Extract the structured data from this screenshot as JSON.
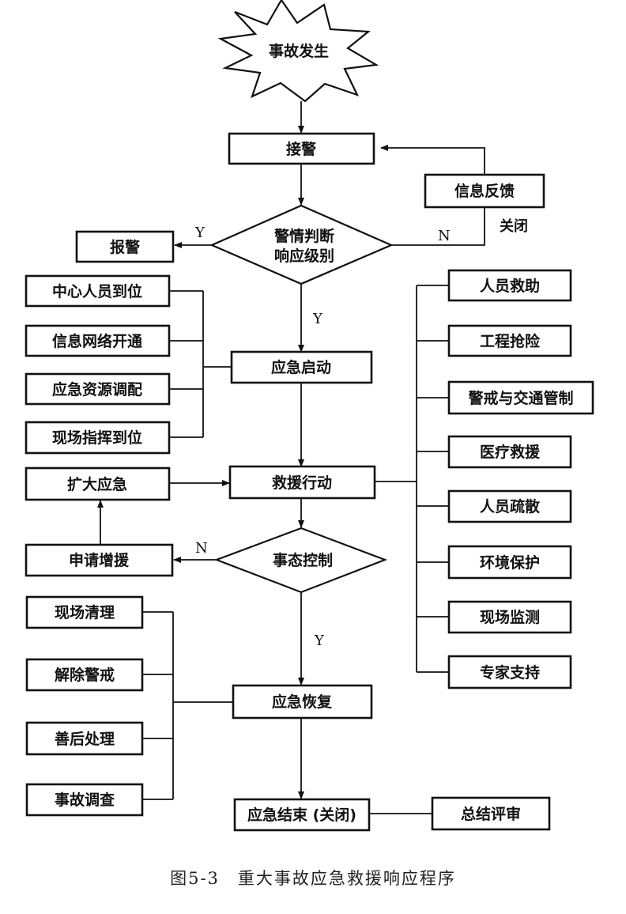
{
  "diagram": {
    "nodes": {
      "start": "事故发生",
      "receive_alarm": "接警",
      "info_feedback": "信息反馈",
      "judge_line1": "警情判断",
      "judge_line2": "响应级别",
      "report_alarm": "报警",
      "center_staff": "中心人员到位",
      "info_network": "信息网络开通",
      "resource_dispatch": "应急资源调配",
      "site_command": "现场指挥到位",
      "emergency_start": "应急启动",
      "expand_response": "扩大应急",
      "rescue_action": "救援行动",
      "request_support": "申请增援",
      "situation_control": "事态控制",
      "site_cleanup": "现场清理",
      "lift_alert": "解除警戒",
      "aftermath": "善后处理",
      "accident_investigation": "事故调查",
      "emergency_recovery": "应急恢复",
      "emergency_end": "应急结束 (关闭)",
      "summary_review": "总结评审",
      "personnel_rescue": "人员救助",
      "engineering_rescue": "工程抢险",
      "alert_traffic": "警戒与交通管制",
      "medical_aid": "医疗救援",
      "evacuation": "人员疏散",
      "environment_protection": "环境保护",
      "site_monitoring": "现场监测",
      "expert_support": "专家支持"
    },
    "edge_labels": {
      "judge_yes_left": "Y",
      "judge_no": "N",
      "close": "关闭",
      "judge_yes_down": "Y",
      "control_no": "N",
      "control_yes": "Y"
    }
  },
  "caption": "图5-3　重大事故应急救援响应程序"
}
